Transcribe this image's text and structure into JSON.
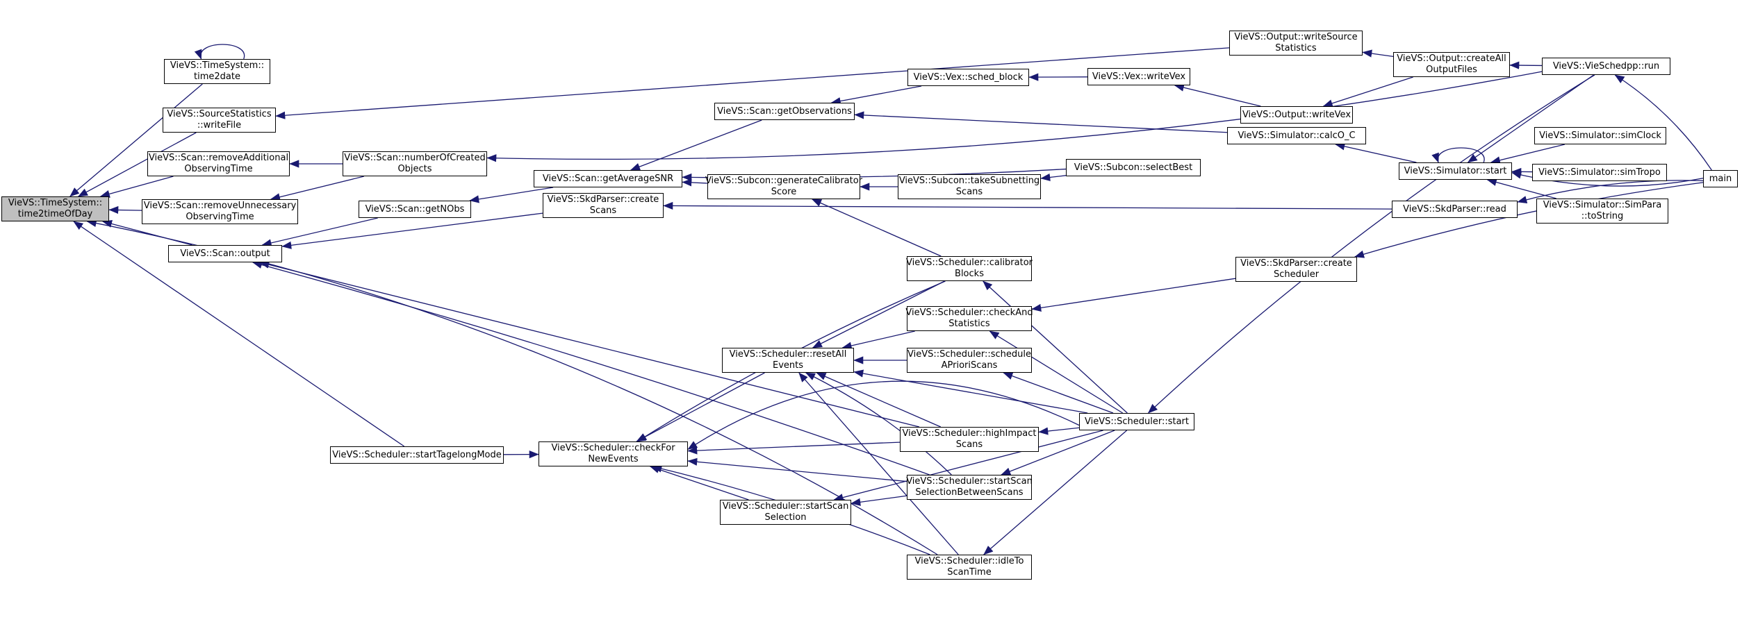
{
  "graph": {
    "nodes": [
      {
        "id": "time2timeOfDay",
        "lines": [
          "VieVS::TimeSystem::",
          "time2timeOfDay"
        ],
        "root": true
      },
      {
        "id": "time2date",
        "lines": [
          "VieVS::TimeSystem::",
          "time2date"
        ]
      },
      {
        "id": "ssWriteFile",
        "lines": [
          "VieVS::SourceStatistics",
          "::writeFile"
        ]
      },
      {
        "id": "removeAdditional",
        "lines": [
          "VieVS::Scan::removeAdditional",
          "ObservingTime"
        ]
      },
      {
        "id": "removeUnnecessary",
        "lines": [
          "VieVS::Scan::removeUnnecessary",
          "ObservingTime"
        ]
      },
      {
        "id": "output",
        "lines": [
          "VieVS::Scan::output"
        ]
      },
      {
        "id": "startTagelong",
        "lines": [
          "VieVS::Scheduler::startTagelongMode"
        ]
      },
      {
        "id": "numberOfCreated",
        "lines": [
          "VieVS::Scan::numberOfCreated",
          "Objects"
        ]
      },
      {
        "id": "getNObs",
        "lines": [
          "VieVS::Scan::getNObs"
        ]
      },
      {
        "id": "getAverageSNR",
        "lines": [
          "VieVS::Scan::getAverageSNR"
        ]
      },
      {
        "id": "getObservations",
        "lines": [
          "VieVS::Scan::getObservations"
        ]
      },
      {
        "id": "genCalib",
        "lines": [
          "VieVS::Subcon::generateCalibrator",
          "Score"
        ]
      },
      {
        "id": "skdCreateScans",
        "lines": [
          "VieVS::SkdParser::create",
          "Scans"
        ]
      },
      {
        "id": "checkForNew",
        "lines": [
          "VieVS::Scheduler::checkFor",
          "NewEvents"
        ]
      },
      {
        "id": "resetAll",
        "lines": [
          "VieVS::Scheduler::resetAll",
          "Events"
        ]
      },
      {
        "id": "startScanSel",
        "lines": [
          "VieVS::Scheduler::startScan",
          "Selection"
        ]
      },
      {
        "id": "schedBlock",
        "lines": [
          "VieVS::Vex::sched_block"
        ]
      },
      {
        "id": "takeSubnetting",
        "lines": [
          "VieVS::Subcon::takeSubnetting",
          "Scans"
        ]
      },
      {
        "id": "calibBlocks",
        "lines": [
          "VieVS::Scheduler::calibrator",
          "Blocks"
        ]
      },
      {
        "id": "checkAndStats",
        "lines": [
          "VieVS::Scheduler::checkAnd",
          "Statistics"
        ]
      },
      {
        "id": "scheduleApriori",
        "lines": [
          "VieVS::Scheduler::schedule",
          "APrioriScans"
        ]
      },
      {
        "id": "highImpact",
        "lines": [
          "VieVS::Scheduler::highImpact",
          "Scans"
        ]
      },
      {
        "id": "startScanBetween",
        "lines": [
          "VieVS::Scheduler::startScan",
          "SelectionBetweenScans"
        ]
      },
      {
        "id": "idleTo",
        "lines": [
          "VieVS::Scheduler::idleTo",
          "ScanTime"
        ]
      },
      {
        "id": "vexWriteVex",
        "lines": [
          "VieVS::Vex::writeVex"
        ]
      },
      {
        "id": "schedStart",
        "lines": [
          "VieVS::Scheduler::start"
        ]
      },
      {
        "id": "selectBest",
        "lines": [
          "VieVS::Subcon::selectBest"
        ]
      },
      {
        "id": "writeSourceStats",
        "lines": [
          "VieVS::Output::writeSource",
          "Statistics"
        ]
      },
      {
        "id": "outWriteVex",
        "lines": [
          "VieVS::Output::writeVex"
        ]
      },
      {
        "id": "calcOC",
        "lines": [
          "VieVS::Simulator::calcO_C"
        ]
      },
      {
        "id": "skdCreateScheduler",
        "lines": [
          "VieVS::SkdParser::create",
          "Scheduler"
        ]
      },
      {
        "id": "skdRead",
        "lines": [
          "VieVS::SkdParser::read"
        ]
      },
      {
        "id": "createAllOutput",
        "lines": [
          "VieVS::Output::createAll",
          "OutputFiles"
        ]
      },
      {
        "id": "simStart",
        "lines": [
          "VieVS::Simulator::start"
        ]
      },
      {
        "id": "vieSchedRun",
        "lines": [
          "VieVS::VieSchedpp::run"
        ]
      },
      {
        "id": "simClock",
        "lines": [
          "VieVS::Simulator::simClock"
        ]
      },
      {
        "id": "simTropo",
        "lines": [
          "VieVS::Simulator::simTropo"
        ]
      },
      {
        "id": "simParaToString",
        "lines": [
          "VieVS::Simulator::SimPara",
          "::toString"
        ]
      },
      {
        "id": "main",
        "lines": [
          "main"
        ]
      }
    ],
    "edge_color": "#191970"
  }
}
